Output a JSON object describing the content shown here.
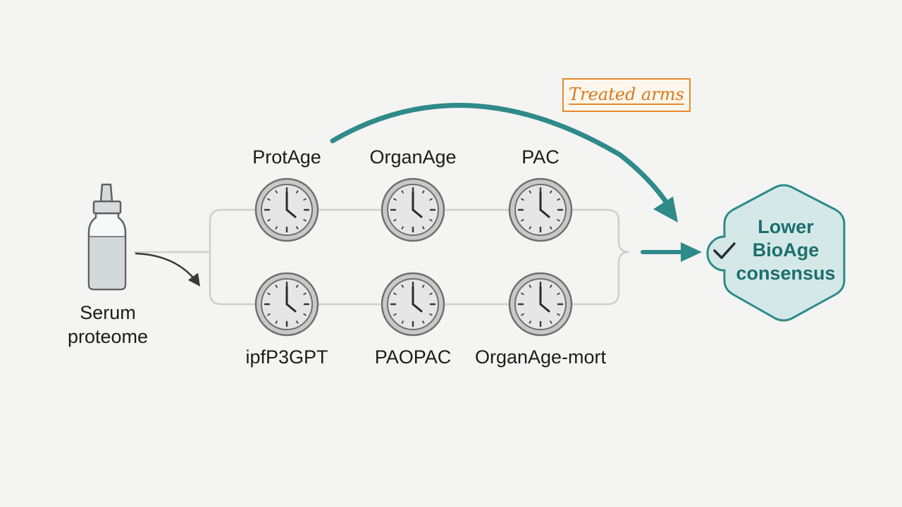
{
  "source": {
    "label": "Serum proteome",
    "icon": "serum-vial-icon"
  },
  "clocks": [
    {
      "id": "protage",
      "label": "ProtAge",
      "row": "top",
      "icon": "clock-icon"
    },
    {
      "id": "organage",
      "label": "OrganAge",
      "row": "top",
      "icon": "clock-icon"
    },
    {
      "id": "pac",
      "label": "PAC",
      "row": "top",
      "icon": "clock-icon"
    },
    {
      "id": "ipfp3gpt",
      "label": "ipfP3GPT",
      "row": "bottom",
      "icon": "clock-icon"
    },
    {
      "id": "paopac",
      "label": "PAOPAC",
      "row": "bottom",
      "icon": "clock-icon"
    },
    {
      "id": "organage-mort",
      "label": "OrganAge-mort",
      "row": "bottom",
      "icon": "clock-icon"
    }
  ],
  "annotation": {
    "label": "Treated arms"
  },
  "outcome": {
    "label": "Lower BioAge consensus",
    "icon": "checkmark-icon"
  },
  "colors": {
    "teal": "#2f8a8a",
    "teal_dark": "#1d6e6e",
    "teal_fill": "#d4e8e8",
    "orange": "#e8892a",
    "connector": "#cfcfcf",
    "clock_ring": "#9a9a9a",
    "clock_face": "#dedede",
    "text": "#1c1c1c"
  }
}
